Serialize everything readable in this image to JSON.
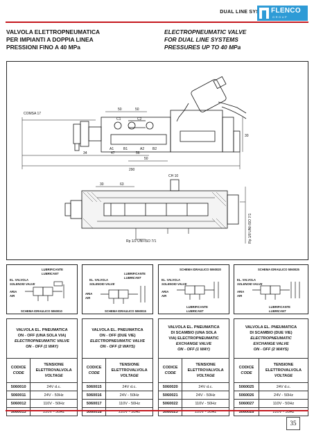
{
  "header": {
    "section": "DUAL LINE SYSTEM",
    "logo_name": "FLENCO",
    "logo_sub": "GROUP"
  },
  "title_it": [
    "VALVOLA ELETTROPNEUMATICA",
    "PER IMPIANTI A DOPPIA LINEA",
    "PRESSIONI FINO A 40 MPa"
  ],
  "title_en": [
    "ELECTROPNEUMATIC VALVE",
    "FOR DUAL LINE SYSTEMS",
    "PRESSURES UP TO 40 MPa"
  ],
  "drawing": {
    "dims": [
      "COMSA 17",
      "50",
      "50",
      "C1",
      "C2",
      "A1",
      "B1",
      "A2",
      "B2",
      "34",
      "47",
      "56",
      "50",
      "30",
      "290",
      "30",
      "63",
      "CH 10",
      "Rp 1/2 UNI-ISO 7/1",
      "Rp 1/8 UNI-ISO 7/1"
    ]
  },
  "schematics": [
    {
      "valve": "EL. VALVOLA",
      "valve_en": "SOLENOID VALVE",
      "lub": "LUBRIFICANTE",
      "lub_en": "LUBRICANT",
      "air": "ARIA",
      "air_en": "AIR",
      "scheme": "SCHEMA IDRAULICO 5060010"
    },
    {
      "valve": "EL. VALVOLA",
      "valve_en": "SOLENOID VALVE",
      "lub": "LUBRIFICANTE",
      "lub_en": "LUBRICANT",
      "air": "ARIA",
      "air_en": "AIR",
      "scheme": "SCHEMA IDRAULICO 5060015"
    },
    {
      "valve": "EL. VALVOLA",
      "valve_en": "SOLENOID VALVE",
      "lub": "LUBRIFICANTE",
      "lub_en": "LUBRICANT",
      "air": "ARIA",
      "air_en": "AIR",
      "scheme": "SCHEMA IDRAULICO 5060020"
    },
    {
      "valve": "EL. VALVOLA",
      "valve_en": "SOLENOID VALVE",
      "lub": "LUBRIFICANTE",
      "lub_en": "LUBRICANT",
      "air": "ARIA",
      "air_en": "AIR",
      "scheme": "SCHEMA IDRAULICO 5060025"
    }
  ],
  "tables": [
    {
      "title": [
        "VALVOLA EL. PNEUMATICA",
        "ON - OFF (UNA SOLA VIA)",
        "ELECTROPNEUMATIC VALVE",
        "ON - OFF (1 WAY)"
      ],
      "col_code": [
        "CODICE",
        "CODE"
      ],
      "col_volt": [
        "TENSIONE",
        "ELETTROVALVOLA",
        "VOLTAGE"
      ],
      "rows": [
        [
          "5060010",
          "24V d.c."
        ],
        [
          "5060011",
          "24V - 50Hz"
        ],
        [
          "5060012",
          "110V - 50Hz"
        ],
        [
          "5060013",
          "220V - 50Hz"
        ]
      ]
    },
    {
      "title": [
        "VALVOLA EL. PNEUMATICA",
        "ON - OFF (DUE VIE)",
        "ELECTROPNEUMATIC VALVE",
        "ON - OFF (2 WAYS)"
      ],
      "col_code": [
        "CODICE",
        "CODE"
      ],
      "col_volt": [
        "TENSIONE",
        "ELETTROVALVOLA",
        "VOLTAGE"
      ],
      "rows": [
        [
          "5060015",
          "24V d.c."
        ],
        [
          "5060016",
          "24V - 50Hz"
        ],
        [
          "5060017",
          "110V - 50Hz"
        ],
        [
          "5060018",
          "220V - 50Hz"
        ]
      ]
    },
    {
      "title": [
        "VALVOLA EL. PNEUMATICA",
        "DI SCAMBIO (UNA SOLA",
        "VIA) ELECTROPNEUMATIC",
        "EXCHANGE VALVE",
        "ON - OFF (1 WAY)"
      ],
      "col_code": [
        "CODICE",
        "CODE"
      ],
      "col_volt": [
        "TENSIONE",
        "ELETTROVALVOLA",
        "VOLTAGE"
      ],
      "rows": [
        [
          "5060020",
          "24V d.c."
        ],
        [
          "5060021",
          "24V - 50Hz"
        ],
        [
          "5060022",
          "110V - 50Hz"
        ],
        [
          "5060023",
          "220V - 50Hz"
        ]
      ]
    },
    {
      "title": [
        "VALVOLA EL. PNEUMATICA",
        "DI SCAMBIO (DUE VIE)",
        "ELECTROPNEUMATIC",
        "EXCHANGE VALVE",
        "ON - OFF (2 WAYS)"
      ],
      "col_code": [
        "CODICE",
        "CODE"
      ],
      "col_volt": [
        "TENSIONE",
        "ELETTROVALVOLA",
        "VOLTAGE"
      ],
      "rows": [
        [
          "5060025",
          "24V d.c."
        ],
        [
          "5060026",
          "24V - 50Hz"
        ],
        [
          "5060027",
          "110V - 50Hz"
        ],
        [
          "5060028",
          "220V - 50Hz"
        ]
      ]
    }
  ],
  "page_number": "35",
  "colors": {
    "accent_red": "#c4161c",
    "logo_blue": "#2e9bd6"
  }
}
